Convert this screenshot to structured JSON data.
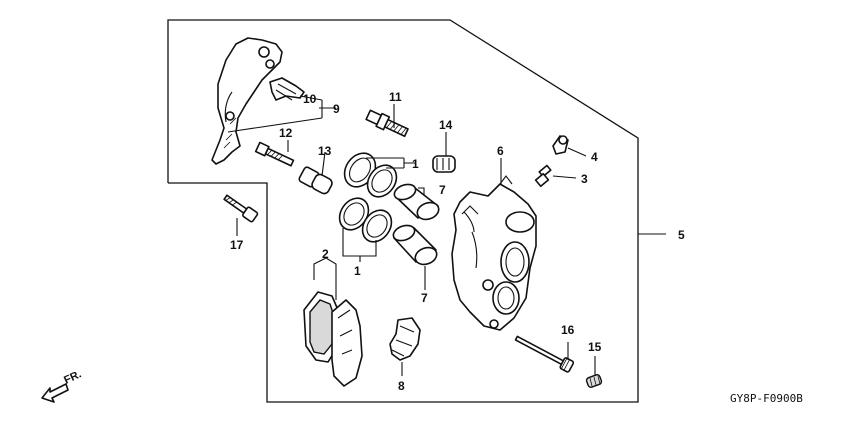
{
  "callouts": {
    "c1a": "1",
    "c1b": "1",
    "c2": "2",
    "c3": "3",
    "c4": "4",
    "c5": "5",
    "c6": "6",
    "c7a": "7",
    "c7b": "7",
    "c8": "8",
    "c9": "9",
    "c10": "10",
    "c11": "11",
    "c12": "12",
    "c13": "13",
    "c14": "14",
    "c15": "15",
    "c16": "16",
    "c17": "17"
  },
  "direction_label": "FR.",
  "diagram_code": "GY8P-F0900B"
}
